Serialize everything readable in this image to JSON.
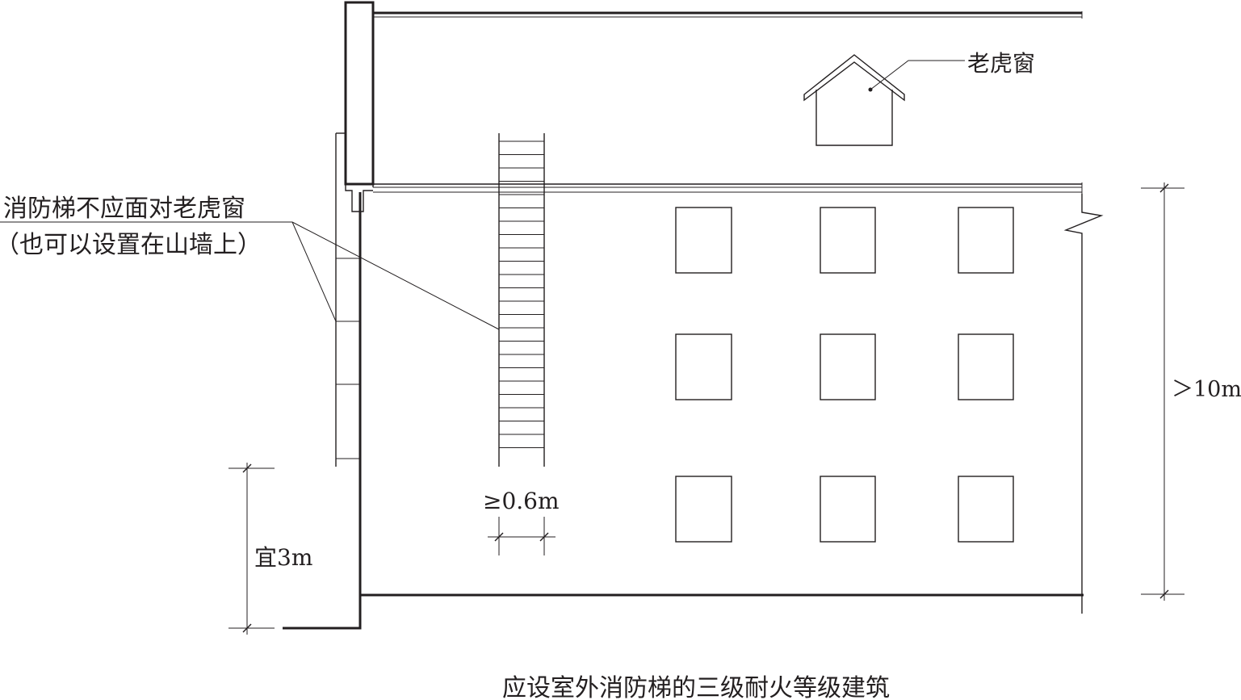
{
  "labels": {
    "dormer": "老虎窗",
    "note_line1": "消防梯不应面对老虎窗",
    "note_line2": "（也可以设置在山墙上）",
    "ladder_width": "≥0.6m",
    "ladder_start": "宜3m",
    "height": "＞10m",
    "caption": "应设室外消防梯的三级耐火等级建筑"
  },
  "colors": {
    "line": "#231f20",
    "background": "#ffffff"
  }
}
